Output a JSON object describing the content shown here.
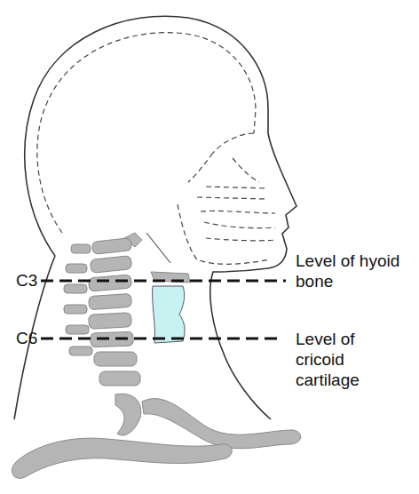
{
  "diagram": {
    "labels": [
      "C3",
      "C6",
      "Level of hyoid bone",
      "Level of cricoid cartilage"
    ]
  }
}
